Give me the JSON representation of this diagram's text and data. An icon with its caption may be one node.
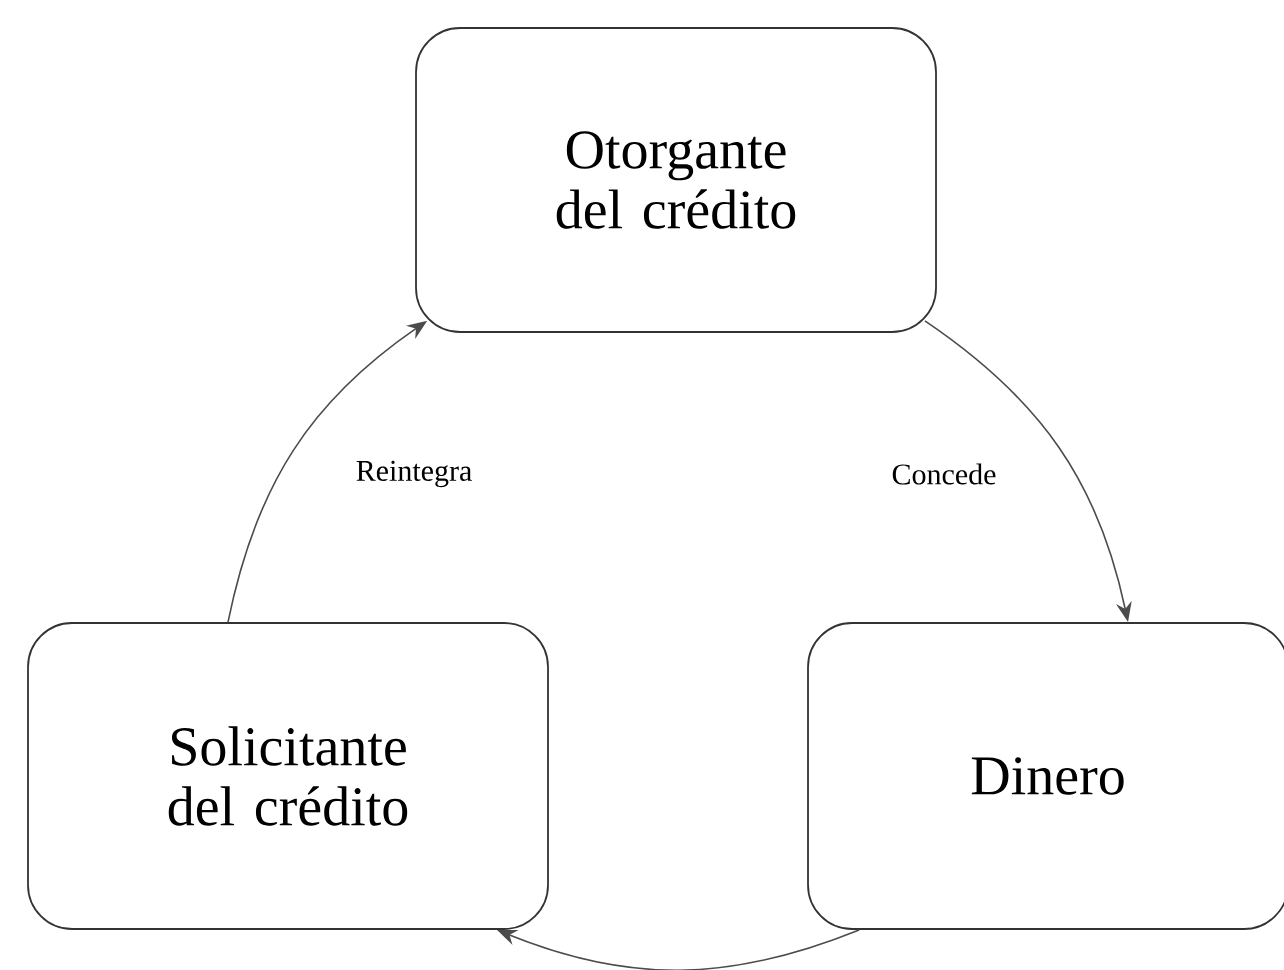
{
  "diagram": {
    "nodes": [
      {
        "text": [
          "Otorgante del crédito"
        ]
      },
      {
        "text": [
          "Solicitante del crédito"
        ]
      },
      {
        "text": [
          "Dinero"
        ]
      }
    ],
    "edges": [
      {
        "from": 0,
        "to": 2,
        "arrow": "to",
        "label": "Concede"
      },
      {
        "from": 2,
        "to": 1,
        "arrow": "to"
      },
      {
        "from": 1,
        "to": 0,
        "arrow": "to",
        "label": "Reintegra"
      }
    ]
  }
}
